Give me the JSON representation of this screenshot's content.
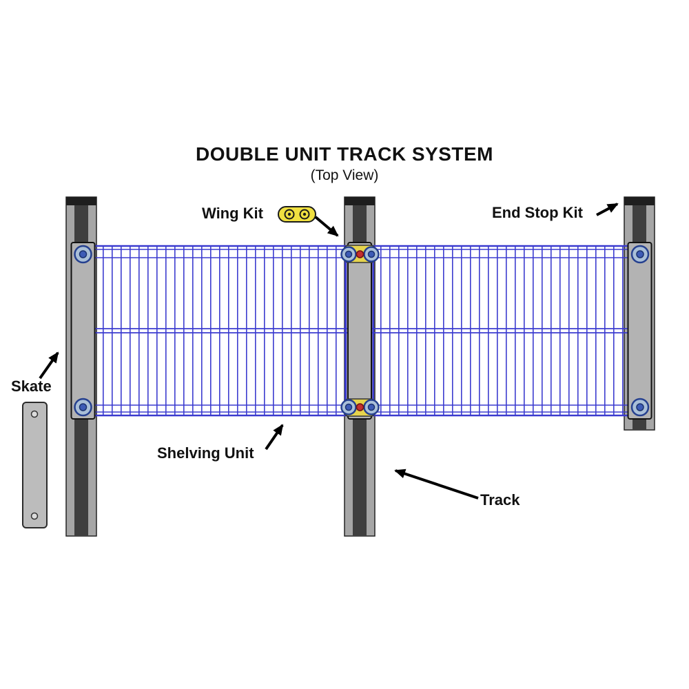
{
  "title": "DOUBLE UNIT TRACK SYSTEM",
  "subtitle": "(Top View)",
  "labels": {
    "wing_kit": "Wing Kit",
    "end_stop_kit": "End Stop Kit",
    "skate": "Skate",
    "shelving_unit": "Shelving Unit",
    "track": "Track"
  },
  "colors": {
    "wire_blue": "#3b3bcf",
    "track_gray": "#a6a6a6",
    "track_dark": "#3f3f3f",
    "track_cap": "#1e1e1e",
    "pad_gray": "#b3b3b3",
    "wing_kit_yellow": "#f0e040",
    "caster_outer": "#a9bfd8",
    "caster_inner": "#3d5bb5",
    "bolt_red": "#c23030",
    "skate_gray": "#bcbcbc",
    "arrow_black": "#000000",
    "text_black": "#111111"
  }
}
